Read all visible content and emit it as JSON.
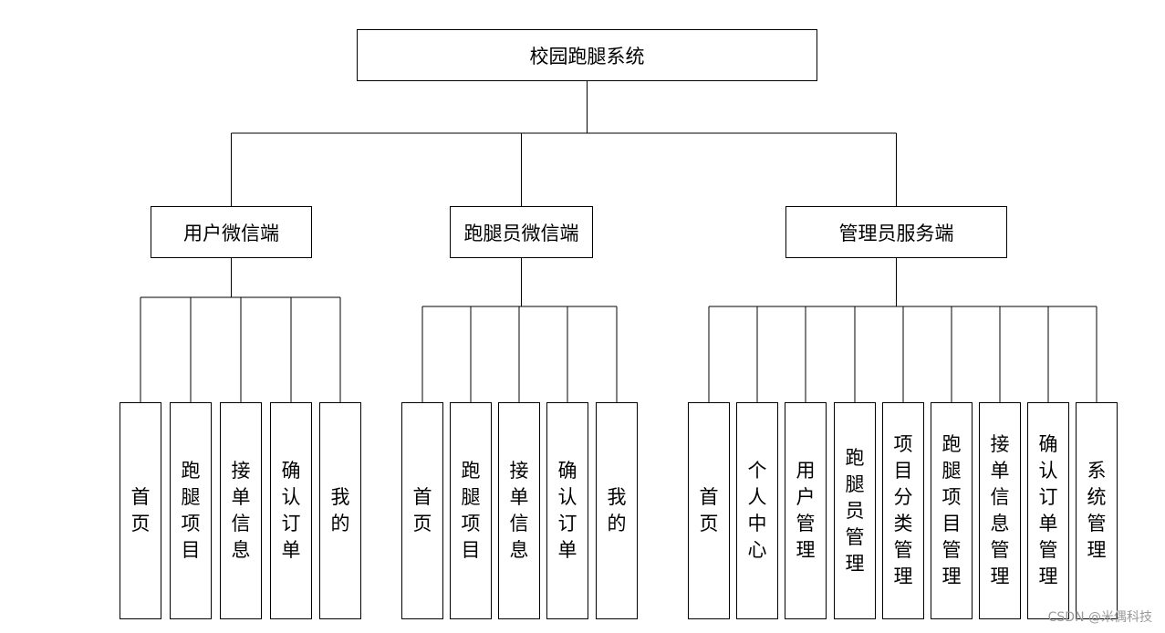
{
  "root": {
    "label": "校园跑腿系统"
  },
  "branches": [
    {
      "label": "用户微信端",
      "children": [
        "首页",
        "跑腿项目",
        "接单信息",
        "确认订单",
        "我的"
      ]
    },
    {
      "label": "跑腿员微信端",
      "children": [
        "首页",
        "跑腿项目",
        "接单信息",
        "确认订单",
        "我的"
      ]
    },
    {
      "label": "管理员服务端",
      "children": [
        "首页",
        "个人中心",
        "用户管理",
        "跑腿员管理",
        "项目分类管理",
        "跑腿项目管理",
        "接单信息管理",
        "确认订单管理",
        "系统管理"
      ]
    }
  ],
  "watermark": "CSDN @米偶科技"
}
